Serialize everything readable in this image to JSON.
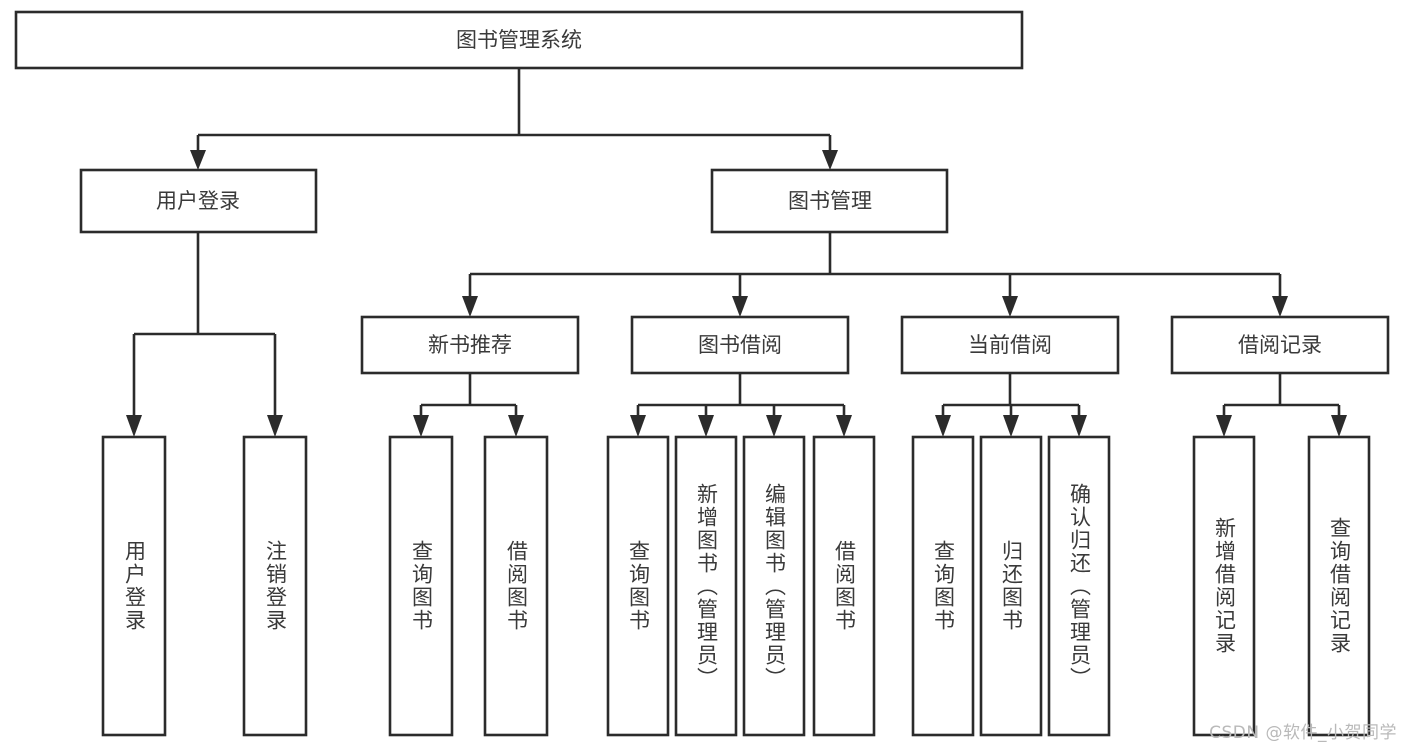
{
  "diagram": {
    "title": "图书管理系统",
    "type": "tree-hierarchy",
    "colors": {
      "stroke": "#2b2b2b",
      "fill": "#ffffff",
      "text": "#3a3a3a",
      "watermark": "#b9b9b9",
      "background": "#ffffff"
    },
    "levels": {
      "root": {
        "label": "图书管理系统"
      },
      "level2": [
        {
          "label": "用户登录"
        },
        {
          "label": "图书管理"
        }
      ],
      "level3": [
        {
          "label": "新书推荐"
        },
        {
          "label": "图书借阅"
        },
        {
          "label": "当前借阅"
        },
        {
          "label": "借阅记录"
        }
      ],
      "leaves": {
        "user_login": [
          {
            "label": "用户登录"
          },
          {
            "label": "注销登录"
          }
        ],
        "new_book_recommend": [
          {
            "label": "查询图书"
          },
          {
            "label": "借阅图书"
          }
        ],
        "book_borrow": [
          {
            "label": "查询图书"
          },
          {
            "label": "新增图书（管理员）"
          },
          {
            "label": "编辑图书（管理员）"
          },
          {
            "label": "借阅图书"
          }
        ],
        "current_borrow": [
          {
            "label": "查询图书"
          },
          {
            "label": "归还图书"
          },
          {
            "label": "确认归还（管理员）"
          }
        ],
        "borrow_record": [
          {
            "label": "新增借阅记录"
          },
          {
            "label": "查询借阅记录"
          }
        ]
      }
    }
  },
  "watermark": {
    "text": "CSDN @软件_小贺同学"
  }
}
